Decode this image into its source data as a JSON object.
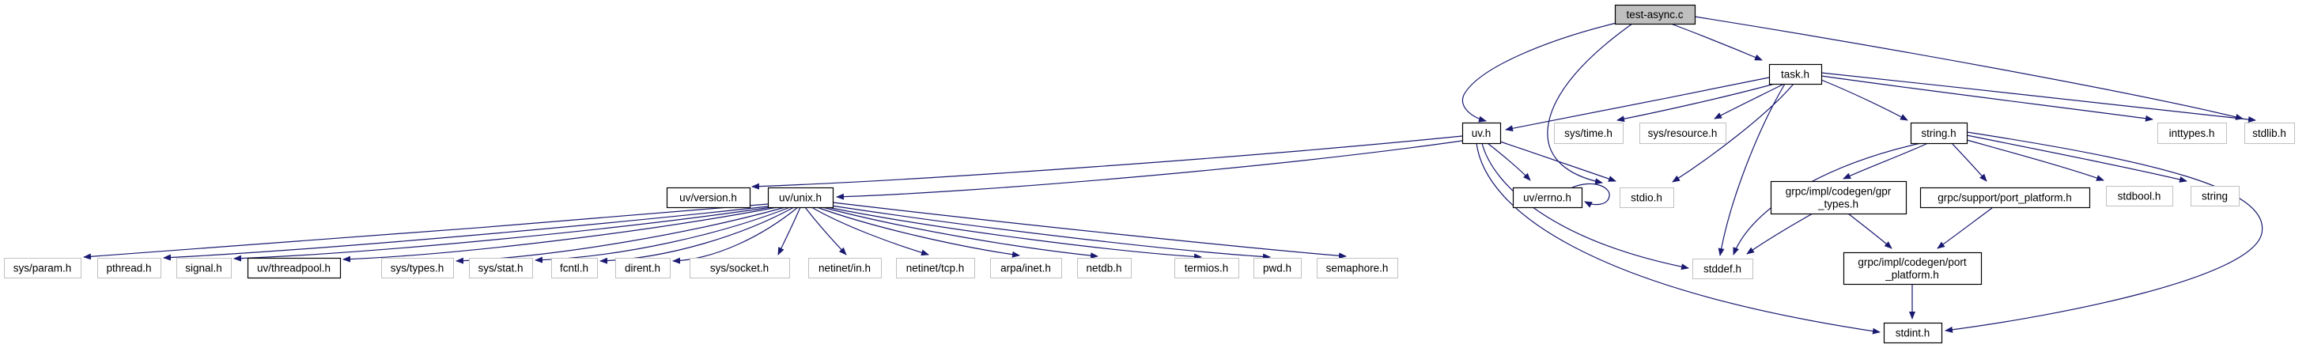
{
  "diagram": {
    "title": "include dependency graph",
    "colors": {
      "edge": "#191970",
      "main_node_fill": "#bfbfbf",
      "node_fill": "#ffffff",
      "linked_border": "#000000",
      "external_border": "#c0c0c0",
      "text": "#000000"
    },
    "nodes": [
      {
        "id": "test-async.c",
        "label": "test-async.c",
        "lines": [
          "test-async.c"
        ],
        "kind": "main"
      },
      {
        "id": "task.h",
        "label": "task.h",
        "lines": [
          "task.h"
        ],
        "kind": "linked"
      },
      {
        "id": "uv.h",
        "label": "uv.h",
        "lines": [
          "uv.h"
        ],
        "kind": "linked"
      },
      {
        "id": "sys/time.h",
        "label": "sys/time.h",
        "lines": [
          "sys/time.h"
        ],
        "kind": "external"
      },
      {
        "id": "sys/resource.h",
        "label": "sys/resource.h",
        "lines": [
          "sys/resource.h"
        ],
        "kind": "external"
      },
      {
        "id": "string.h",
        "label": "string.h",
        "lines": [
          "string.h"
        ],
        "kind": "linked"
      },
      {
        "id": "inttypes.h",
        "label": "inttypes.h",
        "lines": [
          "inttypes.h"
        ],
        "kind": "external"
      },
      {
        "id": "stdlib.h",
        "label": "stdlib.h",
        "lines": [
          "stdlib.h"
        ],
        "kind": "external"
      },
      {
        "id": "uv/version.h",
        "label": "uv/version.h",
        "lines": [
          "uv/version.h"
        ],
        "kind": "linked"
      },
      {
        "id": "uv/unix.h",
        "label": "uv/unix.h",
        "lines": [
          "uv/unix.h"
        ],
        "kind": "linked"
      },
      {
        "id": "uv/errno.h",
        "label": "uv/errno.h",
        "lines": [
          "uv/errno.h"
        ],
        "kind": "linked"
      },
      {
        "id": "stdio.h",
        "label": "stdio.h",
        "lines": [
          "stdio.h"
        ],
        "kind": "external"
      },
      {
        "id": "grpc/impl/codegen/gpr_types.h",
        "label": "grpc/impl/codegen/gpr_types.h",
        "lines": [
          "grpc/impl/codegen/gpr",
          "_types.h"
        ],
        "kind": "linked"
      },
      {
        "id": "grpc/support/port_platform.h",
        "label": "grpc/support/port_platform.h",
        "lines": [
          "grpc/support/port_platform.h"
        ],
        "kind": "linked"
      },
      {
        "id": "stdbool.h",
        "label": "stdbool.h",
        "lines": [
          "stdbool.h"
        ],
        "kind": "external"
      },
      {
        "id": "string",
        "label": "string",
        "lines": [
          "string"
        ],
        "kind": "external"
      },
      {
        "id": "stddef.h",
        "label": "stddef.h",
        "lines": [
          "stddef.h"
        ],
        "kind": "external"
      },
      {
        "id": "grpc/impl/codegen/port_platform.h",
        "label": "grpc/impl/codegen/port_platform.h",
        "lines": [
          "grpc/impl/codegen/port",
          "_platform.h"
        ],
        "kind": "linked"
      },
      {
        "id": "stdint.h",
        "label": "stdint.h",
        "lines": [
          "stdint.h"
        ],
        "kind": "linked"
      },
      {
        "id": "sys/param.h",
        "label": "sys/param.h",
        "lines": [
          "sys/param.h"
        ],
        "kind": "external"
      },
      {
        "id": "pthread.h",
        "label": "pthread.h",
        "lines": [
          "pthread.h"
        ],
        "kind": "external"
      },
      {
        "id": "signal.h",
        "label": "signal.h",
        "lines": [
          "signal.h"
        ],
        "kind": "external"
      },
      {
        "id": "uv/threadpool.h",
        "label": "uv/threadpool.h",
        "lines": [
          "uv/threadpool.h"
        ],
        "kind": "linked"
      },
      {
        "id": "sys/types.h",
        "label": "sys/types.h",
        "lines": [
          "sys/types.h"
        ],
        "kind": "external"
      },
      {
        "id": "sys/stat.h",
        "label": "sys/stat.h",
        "lines": [
          "sys/stat.h"
        ],
        "kind": "external"
      },
      {
        "id": "fcntl.h",
        "label": "fcntl.h",
        "lines": [
          "fcntl.h"
        ],
        "kind": "external"
      },
      {
        "id": "dirent.h",
        "label": "dirent.h",
        "lines": [
          "dirent.h"
        ],
        "kind": "external"
      },
      {
        "id": "sys/socket.h",
        "label": "sys/socket.h",
        "lines": [
          "sys/socket.h"
        ],
        "kind": "external"
      },
      {
        "id": "netinet/in.h",
        "label": "netinet/in.h",
        "lines": [
          "netinet/in.h"
        ],
        "kind": "external"
      },
      {
        "id": "netinet/tcp.h",
        "label": "netinet/tcp.h",
        "lines": [
          "netinet/tcp.h"
        ],
        "kind": "external"
      },
      {
        "id": "arpa/inet.h",
        "label": "arpa/inet.h",
        "lines": [
          "arpa/inet.h"
        ],
        "kind": "external"
      },
      {
        "id": "netdb.h",
        "label": "netdb.h",
        "lines": [
          "netdb.h"
        ],
        "kind": "external"
      },
      {
        "id": "termios.h",
        "label": "termios.h",
        "lines": [
          "termios.h"
        ],
        "kind": "external"
      },
      {
        "id": "pwd.h",
        "label": "pwd.h",
        "lines": [
          "pwd.h"
        ],
        "kind": "external"
      },
      {
        "id": "semaphore.h",
        "label": "semaphore.h",
        "lines": [
          "semaphore.h"
        ],
        "kind": "external"
      }
    ],
    "edges": [
      {
        "from": "test-async.c",
        "to": "task.h"
      },
      {
        "from": "test-async.c",
        "to": "uv.h"
      },
      {
        "from": "test-async.c",
        "to": "stdio.h"
      },
      {
        "from": "test-async.c",
        "to": "stdlib.h"
      },
      {
        "from": "task.h",
        "to": "uv.h"
      },
      {
        "from": "task.h",
        "to": "sys/time.h"
      },
      {
        "from": "task.h",
        "to": "sys/resource.h"
      },
      {
        "from": "task.h",
        "to": "stdio.h"
      },
      {
        "from": "task.h",
        "to": "stddef.h"
      },
      {
        "from": "task.h",
        "to": "string.h"
      },
      {
        "from": "task.h",
        "to": "inttypes.h"
      },
      {
        "from": "task.h",
        "to": "stdlib.h"
      },
      {
        "from": "uv.h",
        "to": "uv/version.h"
      },
      {
        "from": "uv.h",
        "to": "uv/unix.h"
      },
      {
        "from": "uv.h",
        "to": "uv/errno.h"
      },
      {
        "from": "uv.h",
        "to": "stdio.h"
      },
      {
        "from": "uv.h",
        "to": "stddef.h"
      },
      {
        "from": "uv.h",
        "to": "stdint.h"
      },
      {
        "from": "uv/errno.h",
        "to": "uv/errno.h"
      },
      {
        "from": "uv/unix.h",
        "to": "sys/param.h"
      },
      {
        "from": "uv/unix.h",
        "to": "pthread.h"
      },
      {
        "from": "uv/unix.h",
        "to": "signal.h"
      },
      {
        "from": "uv/unix.h",
        "to": "uv/threadpool.h"
      },
      {
        "from": "uv/unix.h",
        "to": "sys/types.h"
      },
      {
        "from": "uv/unix.h",
        "to": "sys/stat.h"
      },
      {
        "from": "uv/unix.h",
        "to": "fcntl.h"
      },
      {
        "from": "uv/unix.h",
        "to": "dirent.h"
      },
      {
        "from": "uv/unix.h",
        "to": "sys/socket.h"
      },
      {
        "from": "uv/unix.h",
        "to": "netinet/in.h"
      },
      {
        "from": "uv/unix.h",
        "to": "netinet/tcp.h"
      },
      {
        "from": "uv/unix.h",
        "to": "arpa/inet.h"
      },
      {
        "from": "uv/unix.h",
        "to": "netdb.h"
      },
      {
        "from": "uv/unix.h",
        "to": "termios.h"
      },
      {
        "from": "uv/unix.h",
        "to": "pwd.h"
      },
      {
        "from": "uv/unix.h",
        "to": "semaphore.h"
      },
      {
        "from": "string.h",
        "to": "grpc/impl/codegen/gpr_types.h"
      },
      {
        "from": "string.h",
        "to": "grpc/support/port_platform.h"
      },
      {
        "from": "string.h",
        "to": "stdbool.h"
      },
      {
        "from": "string.h",
        "to": "string"
      },
      {
        "from": "string.h",
        "to": "stddef.h"
      },
      {
        "from": "string.h",
        "to": "stdint.h"
      },
      {
        "from": "grpc/impl/codegen/gpr_types.h",
        "to": "stddef.h"
      },
      {
        "from": "grpc/impl/codegen/gpr_types.h",
        "to": "grpc/impl/codegen/port_platform.h"
      },
      {
        "from": "grpc/support/port_platform.h",
        "to": "grpc/impl/codegen/port_platform.h"
      },
      {
        "from": "grpc/impl/codegen/port_platform.h",
        "to": "stdint.h"
      }
    ]
  }
}
